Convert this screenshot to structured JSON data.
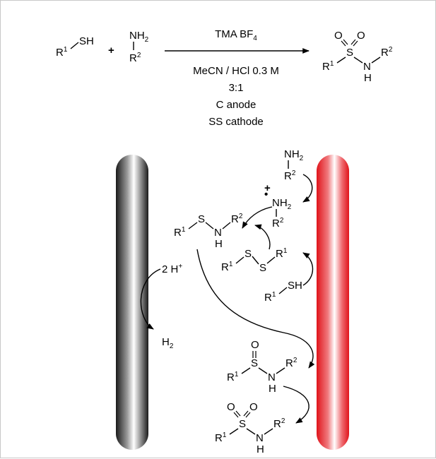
{
  "reaction": {
    "reactant1": {
      "r": "R",
      "r_sup": "1",
      "group": "SH"
    },
    "plus": "+",
    "reactant2": {
      "group": "NH",
      "group_sub": "2",
      "r": "R",
      "r_sup": "2"
    },
    "reagent": {
      "main": "TMA BF",
      "sub": "4"
    },
    "conditions": [
      "MeCN / HCl 0.3 M",
      "3:1",
      "C anode",
      "SS cathode"
    ],
    "product": {
      "o": "O",
      "s": "S",
      "n": "N",
      "h": "H",
      "r1": "R",
      "r1_sup": "1",
      "r2": "R",
      "r2_sup": "2"
    }
  },
  "mechanism": {
    "amine": {
      "group": "NH",
      "group_sub": "2",
      "r": "R",
      "r_sup": "2"
    },
    "radical_cation": {
      "charge": "+",
      "dot": "•",
      "group": "NH",
      "group_sub": "2",
      "r": "R",
      "r_sup": "2"
    },
    "sulfenamide": {
      "r1": "R",
      "r1_sup": "1",
      "s": "S",
      "n": "N",
      "h": "H",
      "r2": "R",
      "r2_sup": "2"
    },
    "disulfide": {
      "r1a": "R",
      "r1a_sup": "1",
      "s1": "S",
      "s2": "S",
      "r1b": "R",
      "r1b_sup": "1"
    },
    "thiol": {
      "r": "R",
      "r_sup": "1",
      "group": "SH"
    },
    "protons": {
      "text": "2 H",
      "sup": "+"
    },
    "hydrogen": {
      "text": "H",
      "sub": "2"
    },
    "sulfinamide": {
      "o": "O",
      "s": "S",
      "n": "N",
      "h": "H",
      "r1": "R",
      "r1_sup": "1",
      "r2": "R",
      "r2_sup": "2"
    },
    "sulfonamide": {
      "o": "O",
      "s": "S",
      "n": "N",
      "h": "H",
      "r1": "R",
      "r1_sup": "1",
      "r2": "R",
      "r2_sup": "2"
    }
  },
  "colors": {
    "cathode": "#1a1a1a",
    "anode": "#e0141b",
    "line": "#000000"
  }
}
